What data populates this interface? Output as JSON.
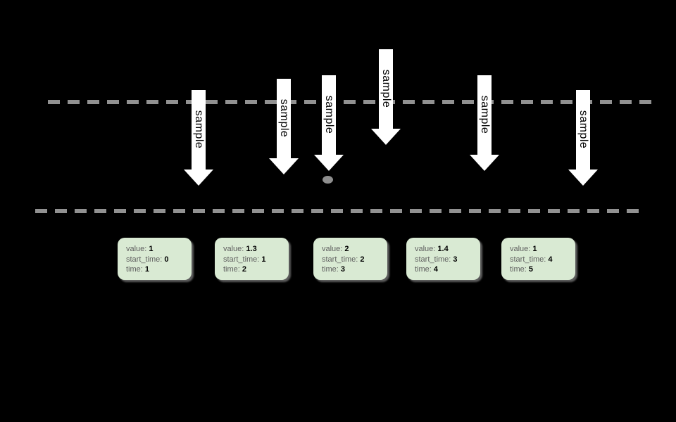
{
  "diagram": {
    "background": "#000000",
    "colors": {
      "background": "#000000",
      "dash_line": "#919191",
      "arrow_fill": "#ffffff",
      "arrow_text": "#000000",
      "dot_fill": "#8f8f8f",
      "box_fill": "#d9ead3",
      "box_label": "#5f5f5f",
      "box_value": "#000000"
    },
    "arrows": [
      {
        "label": "sample"
      },
      {
        "label": "sample"
      },
      {
        "label": "sample"
      },
      {
        "label": "sample"
      },
      {
        "label": "sample"
      },
      {
        "label": "sample"
      }
    ],
    "labels": {
      "value": "value:",
      "start_time": "start_time:",
      "time": "time:"
    },
    "boxes": [
      {
        "value": "1",
        "start_time": "0",
        "time": "1"
      },
      {
        "value": "1.3",
        "start_time": "1",
        "time": "2"
      },
      {
        "value": "2",
        "start_time": "2",
        "time": "3"
      },
      {
        "value": "1.4",
        "start_time": "3",
        "time": "4"
      },
      {
        "value": "1",
        "start_time": "4",
        "time": "5"
      }
    ]
  }
}
